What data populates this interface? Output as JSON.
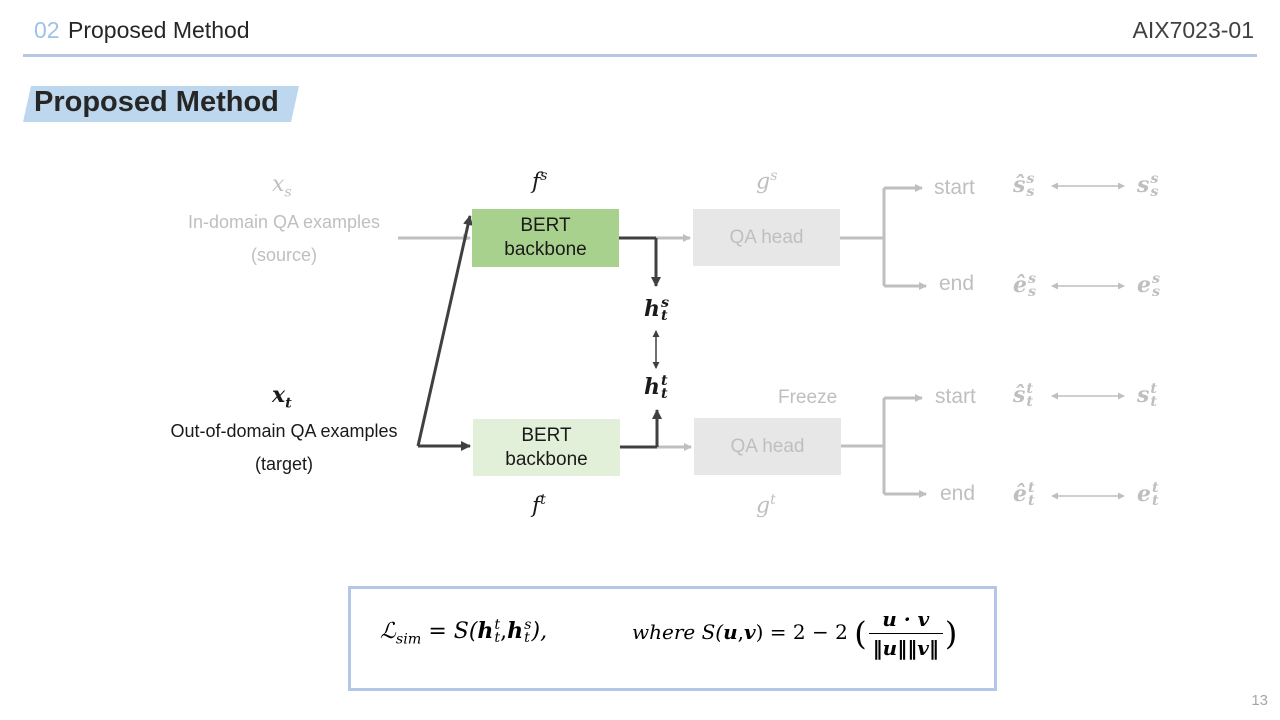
{
  "header": {
    "section_number": "02",
    "section_title": "Proposed Method",
    "course_code": "AIX7023-01"
  },
  "slide_title": "Proposed Method",
  "diagram": {
    "source_input": {
      "symbol": "x",
      "sub": "s",
      "line1": "In-domain QA examples",
      "line2": "(source)"
    },
    "target_input": {
      "symbol": "x",
      "sub": "t",
      "line1": "Out-of-domain QA examples",
      "line2": "(target)"
    },
    "source_encoder": {
      "symbol": "f",
      "sup": "s",
      "label_line1": "BERT",
      "label_line2": "backbone"
    },
    "target_encoder": {
      "symbol": "f",
      "sup": "t",
      "label_line1": "BERT",
      "label_line2": "backbone"
    },
    "source_head": {
      "symbol": "g",
      "sup": "s",
      "label": "QA head"
    },
    "target_head": {
      "symbol": "g",
      "sup": "t",
      "label": "QA head",
      "note": "Freeze"
    },
    "hidden_source": {
      "symbol": "h",
      "sup": "s",
      "sub": "t"
    },
    "hidden_target": {
      "symbol": "h",
      "sup": "t",
      "sub": "t"
    },
    "outputs": {
      "start_label": "start",
      "end_label": "end",
      "src_start_pred": {
        "symbol": "ŝ",
        "sup": "s",
        "sub": "s"
      },
      "src_start_gt": {
        "symbol": "s",
        "sup": "s",
        "sub": "s"
      },
      "src_end_pred": {
        "symbol": "ê",
        "sup": "s",
        "sub": "s"
      },
      "src_end_gt": {
        "symbol": "e",
        "sup": "s",
        "sub": "s"
      },
      "tgt_start_pred": {
        "symbol": "ŝ",
        "sup": "t",
        "sub": "t"
      },
      "tgt_start_gt": {
        "symbol": "s",
        "sup": "t",
        "sub": "t"
      },
      "tgt_end_pred": {
        "symbol": "ê",
        "sup": "t",
        "sub": "t"
      },
      "tgt_end_gt": {
        "symbol": "e",
        "sup": "t",
        "sub": "t"
      }
    }
  },
  "formula": {
    "lhs": "ℒ",
    "lhs_sub": "sim",
    "equals": "= S(",
    "h": "h",
    "arg1_sup": "t",
    "arg1_sub": "t",
    "comma": ",",
    "arg2_sup": "s",
    "arg2_sub": "t",
    "close": "),",
    "where_text": "where S(",
    "u": "u",
    "v": "v",
    "mid": ") = 2 − 2",
    "numerator": "u · v",
    "denominator": "‖u‖‖v‖"
  },
  "page_number": "13"
}
